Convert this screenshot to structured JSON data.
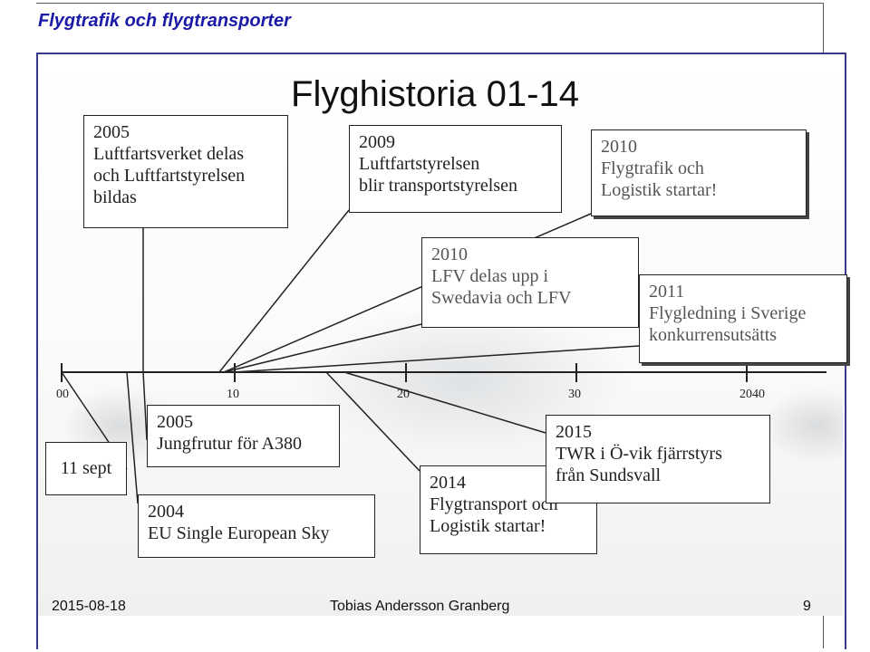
{
  "header": {
    "title": "Flygtrafik och flygtransporter"
  },
  "slide": {
    "title": "Flyghistoria 01-14"
  },
  "events": {
    "e2005a": "2005\nLuftfartsverket delas\noch Luftfartstyrelsen\nbildas",
    "e2009": "2009\nLuftfartstyrelsen\nblir transportstyrelsen",
    "e2010a": "2010\nFlygtrafik och\nLogistik startar!",
    "e2010b": "2010\nLFV delas upp i\nSwedavia och LFV",
    "e2011": "2011\nFlygledning i Sverige\nkonkurrensutsätts",
    "e11sept": "11 sept",
    "e2005b": "2005\nJungfrutur för A380",
    "e2004": "2004\nEU Single European Sky",
    "e2014": "2014\nFlygtransport och\nLogistik startar!",
    "e2015": "2015\nTWR i Ö-vik fjärrstyrs\nfrån Sundsvall"
  },
  "timeline": {
    "ticks": [
      "00",
      "10",
      "20",
      "30",
      "2040"
    ]
  },
  "footer": {
    "date": "2015-08-18",
    "author": "Tobias Andersson Granberg",
    "page": "9"
  }
}
